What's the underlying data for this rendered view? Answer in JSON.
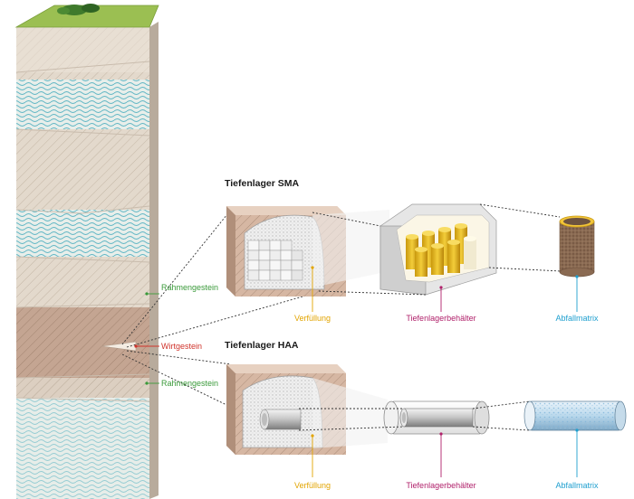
{
  "titles": {
    "sma": "Tiefenlager SMA",
    "haa": "Tiefenlager HAA"
  },
  "labels": {
    "rahmengestein_top": "Rahmengestein",
    "wirtgestein": "Wirtgestein",
    "rahmengestein_bottom": "Rahmengestein",
    "verfuellung_sma": "Verfüllung",
    "behaelter_sma": "Tiefenlagerbehälter",
    "abfallmatrix_sma": "Abfallmatrix",
    "verfuellung_haa": "Verfüllung",
    "behaelter_haa": "Tiefenlagerbehälter",
    "abfallmatrix_haa": "Abfallmatrix"
  },
  "colors": {
    "label_green": "#3a9a3a",
    "label_red": "#d0342c",
    "label_yellow": "#e2a400",
    "label_magenta": "#b0206a",
    "label_cyan": "#1e9fcf",
    "rock_light": "#ddd2c4",
    "rock_brown": "#b89a85",
    "water_blue": "#6fc0cc",
    "grass": "#7cb342",
    "container_yellow": "#e6b81e"
  }
}
